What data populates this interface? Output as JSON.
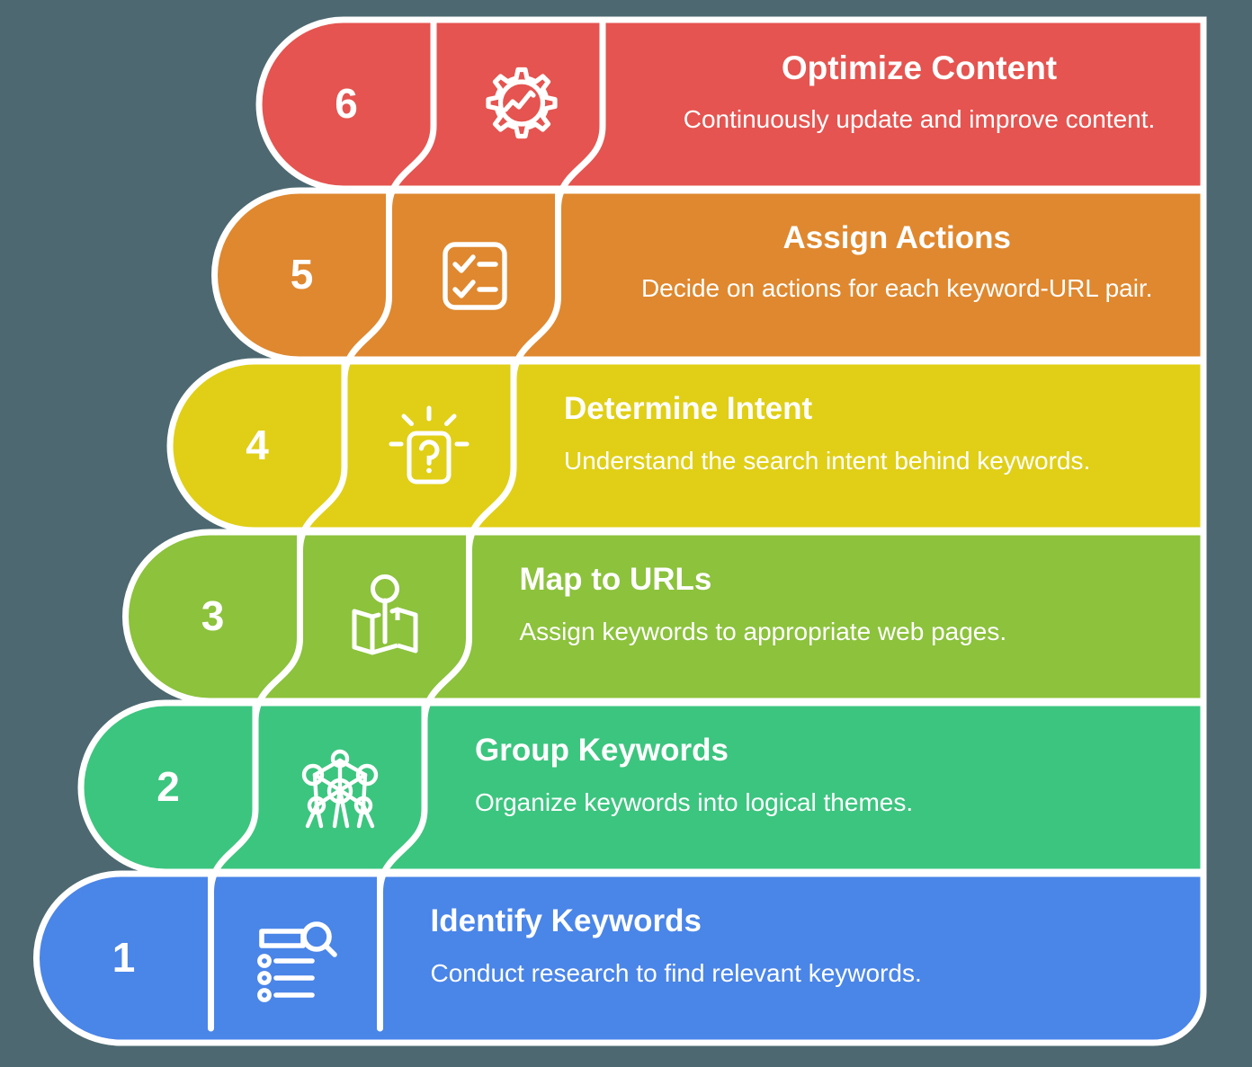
{
  "diagram": {
    "title_hidden": "",
    "background_color": "#4d6870",
    "divider_color": "#ffffff",
    "text_color": "#ffffff",
    "steps": [
      {
        "number": "6",
        "title": "Optimize Content",
        "description": "Continuously update and improve content.",
        "color": "#e55450",
        "icon": "gear-chart-icon"
      },
      {
        "number": "5",
        "title": "Assign Actions",
        "description": "Decide on actions for each keyword-URL pair.",
        "color": "#df882f",
        "icon": "checklist-icon"
      },
      {
        "number": "4",
        "title": "Determine Intent",
        "description": "Understand the search intent behind keywords.",
        "color": "#e0cf16",
        "icon": "question-bulb-icon"
      },
      {
        "number": "3",
        "title": "Map to URLs",
        "description": "Assign keywords to appropriate web pages.",
        "color": "#8cc23c",
        "icon": "map-pin-icon"
      },
      {
        "number": "2",
        "title": "Group Keywords",
        "description": "Organize keywords into logical themes.",
        "color": "#3cc57f",
        "icon": "network-nodes-icon"
      },
      {
        "number": "1",
        "title": "Identify Keywords",
        "description": "Conduct research to find relevant keywords.",
        "color": "#4a85e8",
        "icon": "search-list-icon"
      }
    ]
  }
}
